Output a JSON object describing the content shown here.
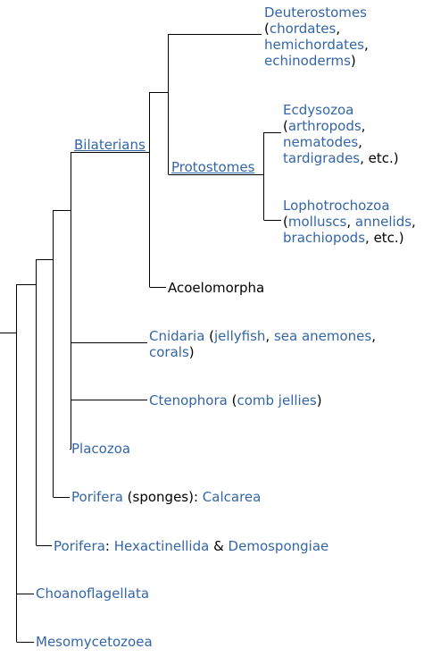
{
  "tree": {
    "deuterostomes": {
      "name": "Deuterostomes",
      "examples": [
        "chordates",
        "hemichordates",
        "echinoderms"
      ]
    },
    "ecdysozoa": {
      "name": "Ecdysozoa",
      "examples": [
        "arthropods",
        "nematodes",
        "tardigrades"
      ],
      "etc": "etc.)"
    },
    "lophotrochozoa": {
      "name": "Lophotrochozoa",
      "examples": [
        "molluscs",
        "annelids",
        "brachiopods"
      ],
      "etc": "etc.)"
    },
    "protostomes": "Protostomes",
    "bilaterians": "Bilaterians",
    "acoelomorpha": "Acoelomorpha",
    "cnidaria": {
      "name": "Cnidaria",
      "examples": [
        "jellyfish",
        "sea anemones",
        "corals"
      ]
    },
    "ctenophora": {
      "name": "Ctenophora",
      "examples": [
        "comb jellies"
      ]
    },
    "placozoa": "Placozoa",
    "porifera_calcarea": {
      "name": "Porifera",
      "note": "(sponges):",
      "group": "Calcarea"
    },
    "porifera_hexa": {
      "name": "Porifera",
      "group1": "Hexactinellida",
      "amp": "&",
      "group2": "Demospongiae"
    },
    "choanoflagellata": "Choanoflagellata",
    "mesomycetozoea": "Mesomycetozoea"
  },
  "colors": {
    "link": "#3366a8",
    "text": "#000000",
    "line": "#000000"
  }
}
